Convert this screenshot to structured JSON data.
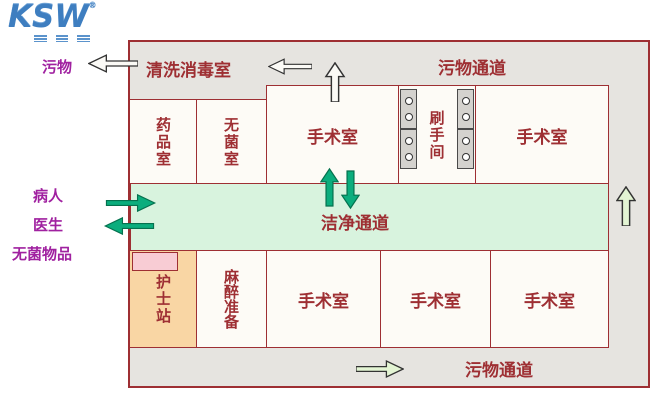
{
  "logo": {
    "text": "KSW",
    "registered_mark": "®"
  },
  "external_labels": {
    "dirty": "污物",
    "patient": "病人",
    "doctor": "医生",
    "sterile_items": "无菌物品"
  },
  "corridors": {
    "top_dirty": "污物通道",
    "clean": "洁净通道",
    "bottom_dirty": "污物通道"
  },
  "rooms": {
    "cleaning_disinfection": "清洗消毒室",
    "medicine": "药品室",
    "sterile": "无菌室",
    "operating_top_left": "手术室",
    "scrub": "刷手间",
    "operating_top_right": "手术室",
    "nurse_station": "护士站",
    "anesthesia_prep": "麻醉准备",
    "operating_bottom_left": "手术室",
    "operating_bottom_center": "手术室",
    "operating_bottom_right": "手术室"
  },
  "icons": {
    "dirty_out_arrow": "left-outline-arrow",
    "dirty_corridor_arrow": "left-outline-arrow",
    "or_to_dirty_arrow": "up-outline-arrow",
    "patient_in_arrow": "right-solid-green-arrow",
    "doctor_out_arrow": "left-solid-green-arrow",
    "clean_up_arrow": "up-solid-green-arrow",
    "clean_down_arrow": "down-solid-green-arrow",
    "right_corridor_up_arrow": "up-pale-green-arrow",
    "bottom_corridor_right_arrow": "right-pale-green-arrow"
  },
  "colors": {
    "border_red": "#9E2F33",
    "text_red": "#9E2F33",
    "label_purple": "#A021A0",
    "flow_green": "#0BAD7D",
    "clean_corridor_green": "#D8F3DE",
    "corridor_gray": "#E6E4E0",
    "room_ivory": "#FDFBF6",
    "nurse_station_orange": "#F9D6A4",
    "counter_pink": "#F8CCD4",
    "pale_arrow_green": "#E3F4D3",
    "logo_blue": "#3E7EC0"
  }
}
